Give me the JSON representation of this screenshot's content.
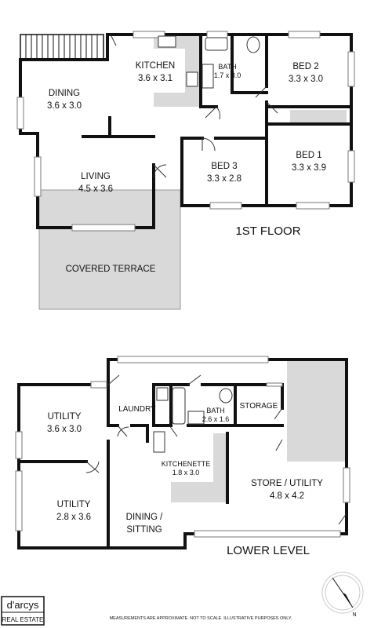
{
  "first_floor": {
    "label": "1ST FLOOR",
    "rooms": {
      "kitchen": {
        "name": "KITCHEN",
        "dims": "3.6 x 3.1"
      },
      "bath": {
        "name": "BATH",
        "dims": "1.7 x 3.0"
      },
      "bed2": {
        "name": "BED 2",
        "dims": "3.3 x 3.0"
      },
      "dining": {
        "name": "DINING",
        "dims": "3.6 x 3.0"
      },
      "living": {
        "name": "LIVING",
        "dims": "4.5 x 3.6"
      },
      "bed3": {
        "name": "BED 3",
        "dims": "3.3 x 2.8"
      },
      "bed1": {
        "name": "BED 1",
        "dims": "3.3 x 3.9"
      },
      "terrace": {
        "name": "COVERED TERRACE"
      }
    }
  },
  "lower_level": {
    "label": "LOWER LEVEL",
    "rooms": {
      "utility1": {
        "name": "UTILITY",
        "dims": "3.6 x 3.0"
      },
      "utility2": {
        "name": "UTILITY",
        "dims": "2.8 x 3.6"
      },
      "laundry": {
        "name": "LAUNDRY"
      },
      "bath": {
        "name": "BATH",
        "dims": "2.6 x 1.6"
      },
      "storage": {
        "name": "STORAGE"
      },
      "kitchenette": {
        "name": "KITCHENETTE",
        "dims": "1.8 x 3.0"
      },
      "store_utility": {
        "name": "STORE / UTILITY",
        "dims": "4.8 x 4.2"
      },
      "dining_sitting": {
        "name": "DINING /",
        "name2": "SITTING"
      }
    }
  },
  "disclaimer": "MEASUREMENTS ARE APPROXIMATE.  NOT TO SCALE.  ILLUSTRATIVE PURPOSES ONLY.",
  "logo": {
    "line1": "d'arcys",
    "line2": "REAL ESTATE"
  },
  "compass": {
    "letter": "N"
  }
}
